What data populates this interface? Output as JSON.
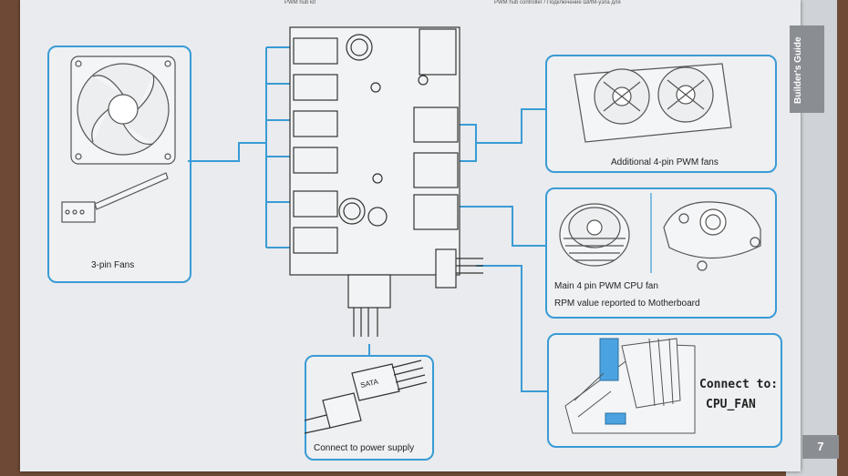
{
  "header": {
    "left_fragment": "PWM hub kit",
    "right_fragment": "PWM hub controller / Подключение ШИМ-узла для"
  },
  "side_tab": {
    "label": "Builder's Guide"
  },
  "page_number": "7",
  "panels": {
    "three_pin": {
      "caption": "3-pin Fans"
    },
    "additional_fans": {
      "caption": "Additional 4-pin PWM fans"
    },
    "cpu_fan": {
      "caption_line1": "Main 4 pin PWM CPU fan",
      "caption_line2": "RPM value reported to Motherboard"
    },
    "motherboard": {
      "connect_label": "Connect to:",
      "connect_target": "CPU_FAN"
    },
    "power": {
      "caption": "Connect to power supply",
      "sata_label": "SATA"
    }
  },
  "colors": {
    "accent": "#3a9bd5",
    "line": "#333333",
    "highlight": "#4aa3e0"
  }
}
